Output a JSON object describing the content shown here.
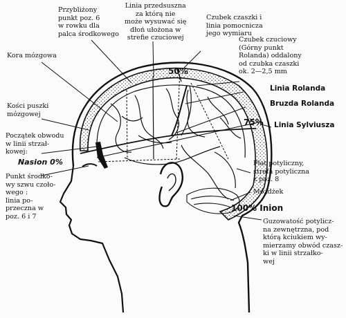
{
  "labels": {
    "approx_point": "Przybliżony\npunkt poz. 6\nw rowku dla\npalca środkowego",
    "precentral_line": "Linia przedsuszna\nza którą nie\nmoże wysuwać się\ndłoń ułożona w\nstrefie czuciowej",
    "skull_vertex": "Czubek czaszki i\nlinia pomocnicza\njego wymiaru",
    "sensory_vertex": "Czubek czuciowy\n(Górny punkt\nRolanda) oddalony\nod czubka czaszki\nok. 2—2,5 mm",
    "cortex": "Kora mózgowa",
    "rolando_line": "Linia Rolanda",
    "rolando_furrow": "Bruzda Rolanda",
    "sylvian_line": "Linia Sylviusza",
    "skull_bones": "Kości puszki\nmózgowej",
    "circuit_start": "Początek obwodu\nw linii strzał-\nkowej:",
    "occipital_lobe": "Płat potyliczny,\nstrefa potyliczna\nz poz. 8",
    "cerebellum": "Móżdżek",
    "coronal_center": "Punkt środko-\nwy szwu czoło-\nwego :\nlinia po-\nprzeczna w\npoz. 6 i 7",
    "occipital_protuberance": "Guzowatość potylicz-\nna zewnętrzna, pod\nktórą kciukiem wy-\nmierzamy obwód czasz-\nki w linii strzałko-\nwej",
    "nasion": "Nasion 0%",
    "pct_50": "50%",
    "pct_75": "75%",
    "inion": "100% Inion"
  },
  "colors": {
    "ink": "#111111",
    "paper": "#fbfbfb"
  }
}
